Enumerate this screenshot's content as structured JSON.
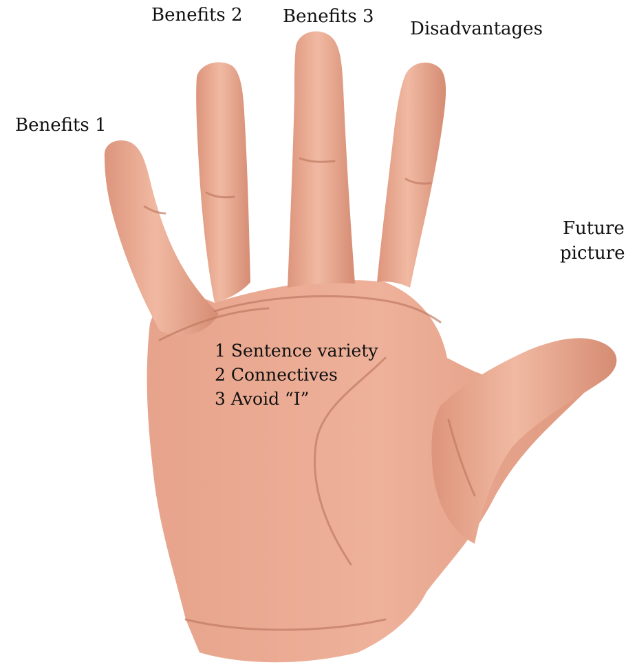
{
  "colors": {
    "skin": "#e8a48c",
    "skin_light": "#f1b9a2",
    "skin_shadow": "#c98268",
    "crease": "#b9705a",
    "text": "#111111"
  },
  "fingers": {
    "benefits1": "Benefits 1",
    "benefits2": "Benefits 2",
    "benefits3": "Benefits 3",
    "disadvantages": "Disadvantages",
    "thumb_line1": "Future",
    "thumb_line2": "picture"
  },
  "palm": {
    "items": [
      "1 Sentence variety",
      "2 Connectives",
      "3 Avoid “I”"
    ]
  },
  "icons": {
    "hand": "open-hand-illustration"
  }
}
